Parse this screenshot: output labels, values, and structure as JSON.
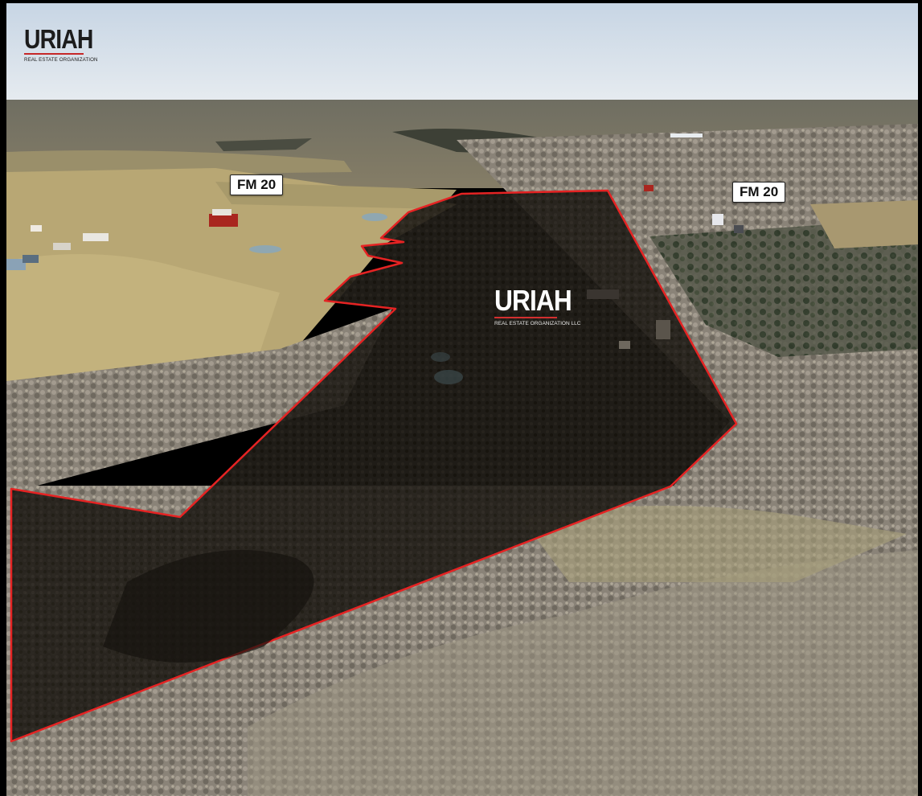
{
  "photo": {
    "subject": "Aerial view of wooded rural land tract with highlighted boundary",
    "colors": {
      "sky_top": "#c9d6e4",
      "sky_bottom": "#e6ecf1",
      "pasture": "#b9aa74",
      "brush": "#8b847a",
      "parcel_fill": "#1d1a16",
      "boundary": "#e52323"
    }
  },
  "logo": {
    "brand": "URIAH",
    "subtitle": "REAL ESTATE ORGANIZATION"
  },
  "watermark": {
    "brand": "URIAH",
    "subtitle": "REAL ESTATE ORGANIZATION LLC"
  },
  "road_labels": [
    {
      "text": "FM 20"
    },
    {
      "text": "FM 20"
    }
  ]
}
